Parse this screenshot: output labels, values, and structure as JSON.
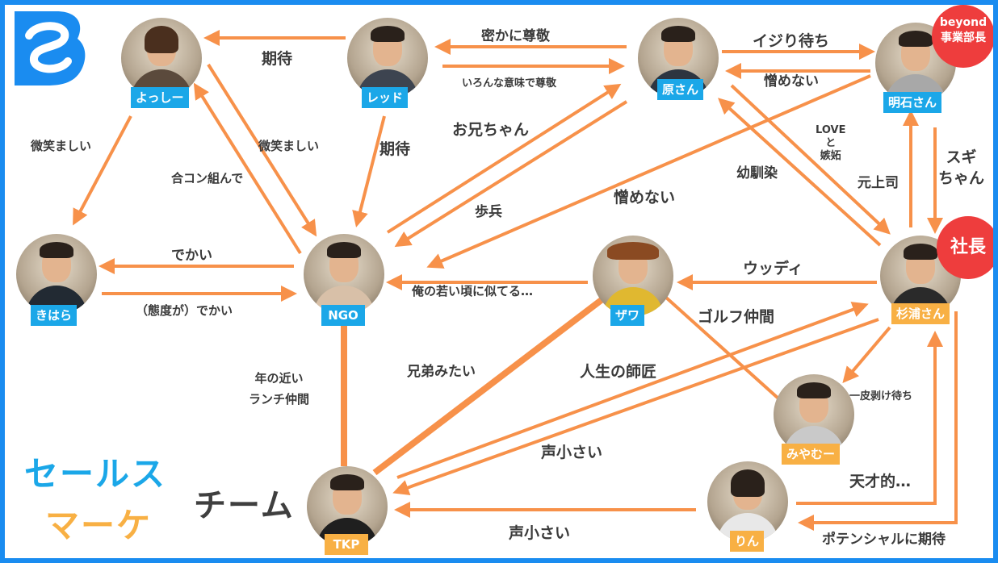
{
  "colors": {
    "frame": "#1a8cf0",
    "arrow": "#f7914a",
    "tag_blue": "#1ba7e8",
    "tag_orange": "#f8b044",
    "badge_red": "#ee3d3d",
    "label": "#3a3a3a"
  },
  "logo": {
    "icon": "s-logo-icon"
  },
  "people": {
    "yoshi": "よっしー",
    "red": "レッド",
    "hara": "原さん",
    "akashi": "明石さん",
    "kihara": "きはら",
    "ngo": "NGO",
    "zawa": "ザワ",
    "sugiura": "杉浦さん",
    "miyamu": "みやむー",
    "tkp": "TKP",
    "rin": "りん"
  },
  "badges": {
    "beyond_line1": "beyond",
    "beyond_line2": "事業部長",
    "president": "社長"
  },
  "relations": {
    "red_to_yoshi": "期待",
    "yoshi_to_kihara": "微笑ましい",
    "ngo_to_yoshi": "合コン組んで",
    "yoshi_to_ngo": "微笑ましい",
    "red_to_ngo": "期待",
    "hara_to_red": "密かに尊敬",
    "red_to_hara": "いろんな意味で尊敬",
    "hara_to_akashi": "イジり待ち",
    "akashi_to_hara": "憎めない",
    "ngo_to_hara": "お兄ちゃん",
    "hara_to_ngo": "歩兵",
    "akashi_to_ngo": "憎めない",
    "love_line1": "LOVE",
    "love_line2": "と",
    "love_line3": "嫉妬",
    "childhood": "幼馴染",
    "former_boss": "元上司",
    "suki_line1": "スギ",
    "suki_line2": "ちゃん",
    "ngo_to_kihara": "でかい",
    "kihara_to_ngo": "（態度が）でかい",
    "zawa_to_ngo": "俺の若い頃に似てる…",
    "sugiura_to_zawa": "ウッディ",
    "golf": "ゴルフ仲間",
    "sugiura_to_miyamu": "一皮剥け待ち",
    "ngo_tkp": "年の近い\nランチ仲間",
    "brothers": "兄弟みたい",
    "mentor": "人生の師匠",
    "sugiura_to_tkp": "声小さい",
    "rin_to_sugiura": "天才的…",
    "rin_to_tkp": "声小さい",
    "sugiura_to_rin": "ポテンシャルに期待"
  },
  "team": {
    "sales": "セールス",
    "marke": "マーケ",
    "team": "チーム"
  }
}
